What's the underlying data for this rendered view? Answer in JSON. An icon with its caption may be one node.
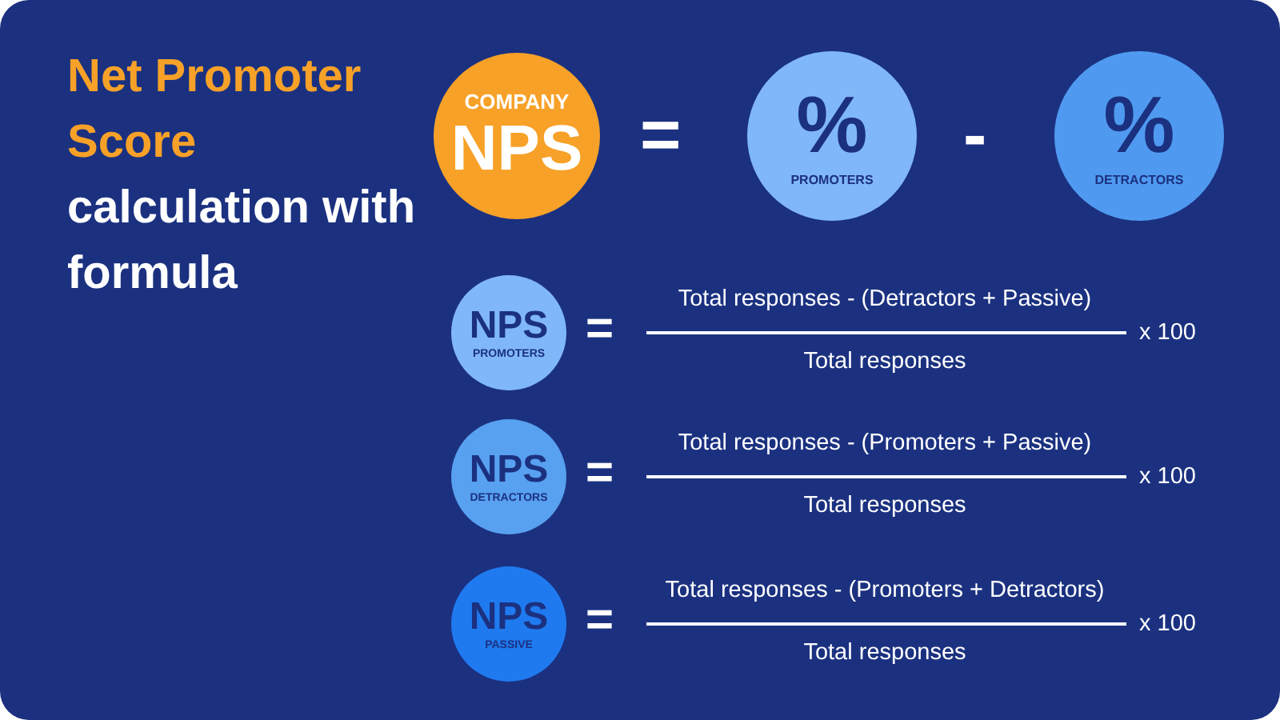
{
  "diagram": {
    "nodes": [
      {
        "text": [
          "COMPANY",
          "NPS"
        ]
      },
      {
        "text": [
          "%",
          "PROMOTERS"
        ]
      },
      {
        "text": [
          "%",
          "DETRACTORS"
        ]
      },
      {
        "text": [
          "NPS",
          "PROMOTERS"
        ]
      },
      {
        "text": [
          "NPS",
          "DETRACTORS"
        ]
      },
      {
        "text": [
          "NPS",
          "PASSIVE"
        ]
      }
    ],
    "labels": [
      "Net Promoter Score",
      "calculation with formula",
      "=",
      "-",
      "=",
      "Total responses - (Detractors + Passive)",
      "Total responses",
      "x 100",
      "=",
      "Total responses - (Promoters + Passive)",
      "Total responses",
      "x 100",
      "=",
      "Total responses - (Promoters + Detractors)",
      "Total responses",
      "x 100"
    ]
  }
}
